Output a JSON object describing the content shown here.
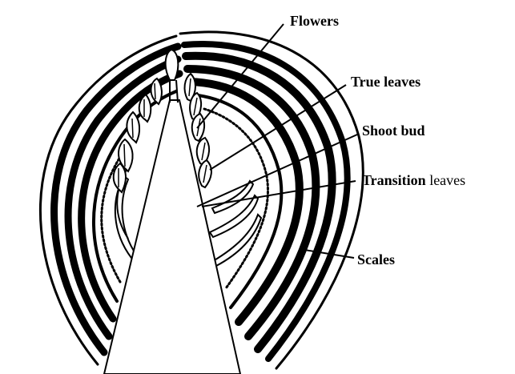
{
  "figure": {
    "labels": {
      "flowers": "Flowers",
      "true_leaves": "True leaves",
      "shoot_bud": "Shoot bud",
      "transition_bold": "Transition",
      "transition_rest": " leaves",
      "scales": "Scales"
    },
    "colors": {
      "ink": "#000000",
      "background": "#ffffff"
    }
  }
}
